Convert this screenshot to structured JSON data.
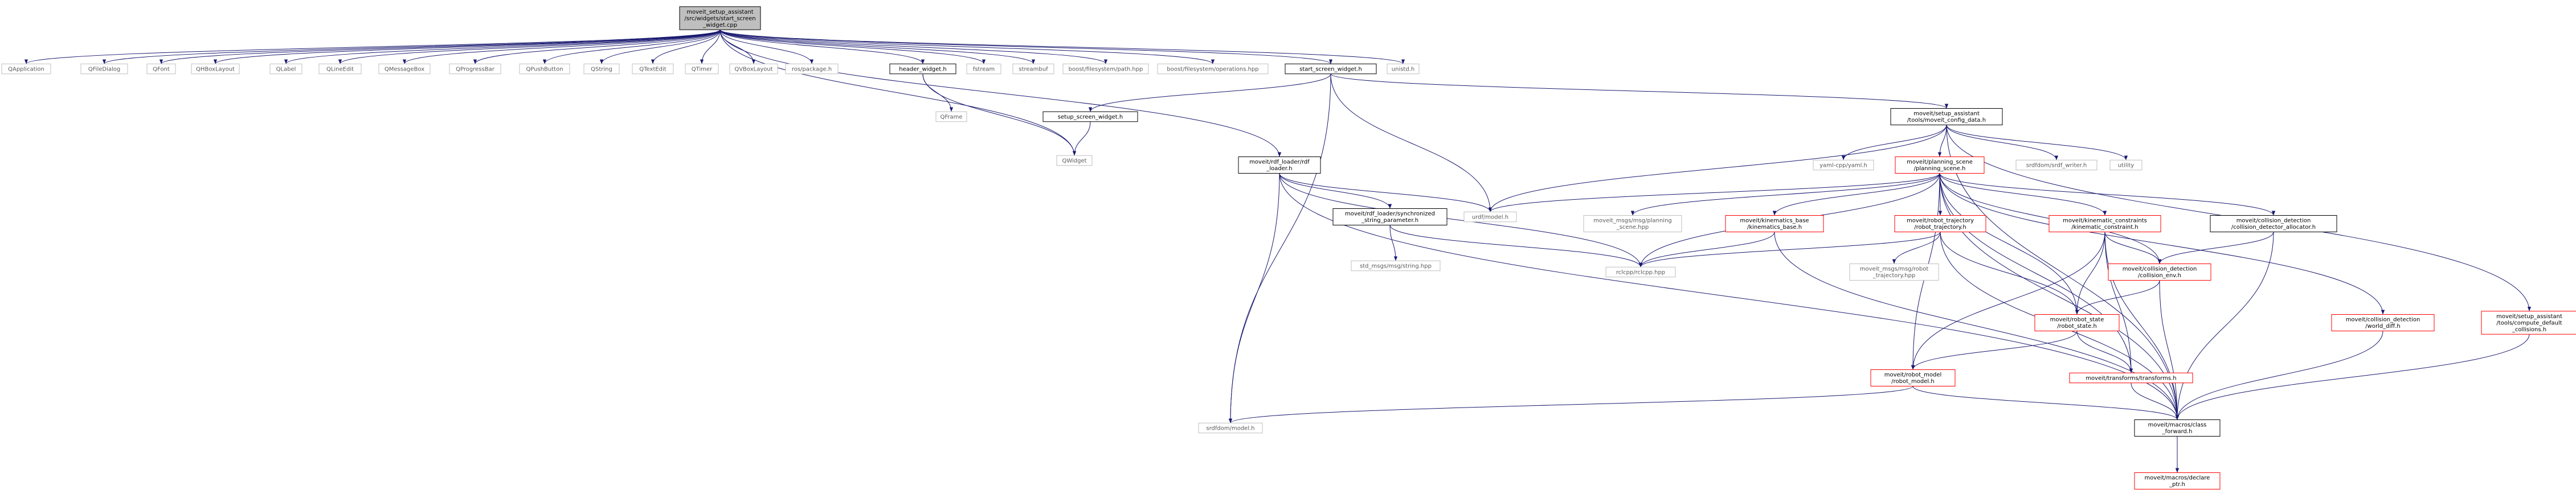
{
  "graph": {
    "colors": {
      "edge": "#191970",
      "root_fill": "#bfbfbf",
      "node_border": "#000000",
      "missing_border": "#bfbfbf",
      "missing_text": "#5a5a5a",
      "incomplete_border": "#ff0000",
      "text": "#000000"
    },
    "nodes": [
      {
        "id": "root",
        "lines": [
          "moveit_setup_assistant",
          "/src/widgets/start_screen",
          "_widget.cpp"
        ],
        "kind": "root"
      },
      {
        "id": "qapplication",
        "lines": [
          "QApplication"
        ],
        "kind": "missing"
      },
      {
        "id": "qfiledialog",
        "lines": [
          "QFileDialog"
        ],
        "kind": "missing"
      },
      {
        "id": "qfont",
        "lines": [
          "QFont"
        ],
        "kind": "missing"
      },
      {
        "id": "qhboxlayout",
        "lines": [
          "QHBoxLayout"
        ],
        "kind": "missing"
      },
      {
        "id": "qlabel",
        "lines": [
          "QLabel"
        ],
        "kind": "missing"
      },
      {
        "id": "qlineedit",
        "lines": [
          "QLineEdit"
        ],
        "kind": "missing"
      },
      {
        "id": "qmessagebox",
        "lines": [
          "QMessageBox"
        ],
        "kind": "missing"
      },
      {
        "id": "qprogressbar",
        "lines": [
          "QProgressBar"
        ],
        "kind": "missing"
      },
      {
        "id": "qpushbutton",
        "lines": [
          "QPushButton"
        ],
        "kind": "missing"
      },
      {
        "id": "qstring",
        "lines": [
          "QString"
        ],
        "kind": "missing"
      },
      {
        "id": "qtextedit",
        "lines": [
          "QTextEdit"
        ],
        "kind": "missing"
      },
      {
        "id": "qtimer",
        "lines": [
          "QTimer"
        ],
        "kind": "missing"
      },
      {
        "id": "qvboxlayout",
        "lines": [
          "QVBoxLayout"
        ],
        "kind": "missing"
      },
      {
        "id": "ros_package",
        "lines": [
          "ros/package.h"
        ],
        "kind": "missing"
      },
      {
        "id": "header_widget",
        "lines": [
          "header_widget.h"
        ],
        "kind": "normal"
      },
      {
        "id": "fstream",
        "lines": [
          "fstream"
        ],
        "kind": "missing"
      },
      {
        "id": "streambuf",
        "lines": [
          "streambuf"
        ],
        "kind": "missing"
      },
      {
        "id": "boost_path",
        "lines": [
          "boost/filesystem/path.hpp"
        ],
        "kind": "missing"
      },
      {
        "id": "boost_ops",
        "lines": [
          "boost/filesystem/operations.hpp"
        ],
        "kind": "missing"
      },
      {
        "id": "start_screen_widget",
        "lines": [
          "start_screen_widget.h"
        ],
        "kind": "normal"
      },
      {
        "id": "unistd",
        "lines": [
          "unistd.h"
        ],
        "kind": "missing"
      },
      {
        "id": "qframe",
        "lines": [
          "QFrame"
        ],
        "kind": "missing"
      },
      {
        "id": "setup_screen_widget",
        "lines": [
          "setup_screen_widget.h"
        ],
        "kind": "normal"
      },
      {
        "id": "qwidget",
        "lines": [
          "QWidget"
        ],
        "kind": "missing"
      },
      {
        "id": "moveit_config_data",
        "lines": [
          "moveit/setup_assistant",
          "/tools/moveit_config_data.h"
        ],
        "kind": "normal"
      },
      {
        "id": "rdf_loader",
        "lines": [
          "moveit/rdf_loader/rdf",
          "_loader.h"
        ],
        "kind": "normal"
      },
      {
        "id": "yaml_cpp",
        "lines": [
          "yaml-cpp/yaml.h"
        ],
        "kind": "missing"
      },
      {
        "id": "planning_scene",
        "lines": [
          "moveit/planning_scene",
          "/planning_scene.h"
        ],
        "kind": "incomplete"
      },
      {
        "id": "srdf_writer",
        "lines": [
          "srdfdom/srdf_writer.h"
        ],
        "kind": "missing"
      },
      {
        "id": "utility",
        "lines": [
          "utility"
        ],
        "kind": "missing"
      },
      {
        "id": "urdf_model",
        "lines": [
          "urdf/model.h"
        ],
        "kind": "missing"
      },
      {
        "id": "sync_string",
        "lines": [
          "moveit/rdf_loader/synchronized",
          "_string_parameter.h"
        ],
        "kind": "normal"
      },
      {
        "id": "moveit_msgs_ps",
        "lines": [
          "moveit_msgs/msg/planning",
          "_scene.hpp"
        ],
        "kind": "missing"
      },
      {
        "id": "kinematics_base",
        "lines": [
          "moveit/kinematics_base",
          "/kinematics_base.h"
        ],
        "kind": "incomplete"
      },
      {
        "id": "robot_trajectory",
        "lines": [
          "moveit/robot_trajectory",
          "/robot_trajectory.h"
        ],
        "kind": "incomplete"
      },
      {
        "id": "kinematic_constraint",
        "lines": [
          "moveit/kinematic_constraints",
          "/kinematic_constraint.h"
        ],
        "kind": "incomplete"
      },
      {
        "id": "collision_allocator",
        "lines": [
          "moveit/collision_detection",
          "/collision_detector_allocator.h"
        ],
        "kind": "normal"
      },
      {
        "id": "std_msgs_string",
        "lines": [
          "std_msgs/msg/string.hpp"
        ],
        "kind": "missing"
      },
      {
        "id": "rclcpp",
        "lines": [
          "rclcpp/rclcpp.hpp"
        ],
        "kind": "missing"
      },
      {
        "id": "moveit_msgs_rt",
        "lines": [
          "moveit_msgs/msg/robot",
          "_trajectory.hpp"
        ],
        "kind": "missing"
      },
      {
        "id": "collision_env",
        "lines": [
          "moveit/collision_detection",
          "/collision_env.h"
        ],
        "kind": "incomplete"
      },
      {
        "id": "world_diff",
        "lines": [
          "moveit/collision_detection",
          "/world_diff.h"
        ],
        "kind": "incomplete"
      },
      {
        "id": "compute_default",
        "lines": [
          "moveit/setup_assistant",
          "/tools/compute_default",
          "_collisions.h"
        ],
        "kind": "incomplete"
      },
      {
        "id": "robot_state",
        "lines": [
          "moveit/robot_state",
          "/robot_state.h"
        ],
        "kind": "incomplete"
      },
      {
        "id": "robot_model",
        "lines": [
          "moveit/robot_model",
          "/robot_model.h"
        ],
        "kind": "incomplete"
      },
      {
        "id": "transforms",
        "lines": [
          "moveit/transforms/transforms.h"
        ],
        "kind": "incomplete"
      },
      {
        "id": "srdfdom_model",
        "lines": [
          "srdfdom/model.h"
        ],
        "kind": "missing"
      },
      {
        "id": "class_forward",
        "lines": [
          "moveit/macros/class",
          "_forward.h"
        ],
        "kind": "normal"
      },
      {
        "id": "declare_ptr",
        "lines": [
          "moveit/macros/declare",
          "_ptr.h"
        ],
        "kind": "incomplete"
      }
    ],
    "edges": [
      [
        "root",
        "qapplication"
      ],
      [
        "root",
        "qfiledialog"
      ],
      [
        "root",
        "qfont"
      ],
      [
        "root",
        "qhboxlayout"
      ],
      [
        "root",
        "qlabel"
      ],
      [
        "root",
        "qlineedit"
      ],
      [
        "root",
        "qmessagebox"
      ],
      [
        "root",
        "qprogressbar"
      ],
      [
        "root",
        "qpushbutton"
      ],
      [
        "root",
        "qstring"
      ],
      [
        "root",
        "qtextedit"
      ],
      [
        "root",
        "qtimer"
      ],
      [
        "root",
        "qvboxlayout"
      ],
      [
        "root",
        "ros_package"
      ],
      [
        "root",
        "header_widget"
      ],
      [
        "root",
        "fstream"
      ],
      [
        "root",
        "streambuf"
      ],
      [
        "root",
        "boost_path"
      ],
      [
        "root",
        "boost_ops"
      ],
      [
        "root",
        "start_screen_widget"
      ],
      [
        "root",
        "unistd"
      ],
      [
        "root",
        "rdf_loader"
      ],
      [
        "root",
        "qwidget"
      ],
      [
        "header_widget",
        "qframe"
      ],
      [
        "header_widget",
        "qwidget"
      ],
      [
        "start_screen_widget",
        "setup_screen_widget"
      ],
      [
        "start_screen_widget",
        "moveit_config_data"
      ],
      [
        "start_screen_widget",
        "urdf_model"
      ],
      [
        "start_screen_widget",
        "srdfdom_model"
      ],
      [
        "setup_screen_widget",
        "qwidget"
      ],
      [
        "moveit_config_data",
        "yaml_cpp"
      ],
      [
        "moveit_config_data",
        "planning_scene"
      ],
      [
        "moveit_config_data",
        "srdf_writer"
      ],
      [
        "moveit_config_data",
        "utility"
      ],
      [
        "moveit_config_data",
        "urdf_model"
      ],
      [
        "moveit_config_data",
        "compute_default"
      ],
      [
        "moveit_config_data",
        "class_forward"
      ],
      [
        "rdf_loader",
        "sync_string"
      ],
      [
        "rdf_loader",
        "urdf_model"
      ],
      [
        "rdf_loader",
        "rclcpp"
      ],
      [
        "rdf_loader",
        "srdfdom_model"
      ],
      [
        "rdf_loader",
        "class_forward"
      ],
      [
        "sync_string",
        "std_msgs_string"
      ],
      [
        "sync_string",
        "rclcpp"
      ],
      [
        "planning_scene",
        "moveit_msgs_ps"
      ],
      [
        "planning_scene",
        "kinematics_base"
      ],
      [
        "planning_scene",
        "robot_trajectory"
      ],
      [
        "planning_scene",
        "kinematic_constraint"
      ],
      [
        "planning_scene",
        "collision_allocator"
      ],
      [
        "planning_scene",
        "rclcpp"
      ],
      [
        "planning_scene",
        "collision_env"
      ],
      [
        "planning_scene",
        "world_diff"
      ],
      [
        "planning_scene",
        "robot_state"
      ],
      [
        "planning_scene",
        "robot_model"
      ],
      [
        "planning_scene",
        "transforms"
      ],
      [
        "planning_scene",
        "class_forward"
      ],
      [
        "planning_scene",
        "urdf_model"
      ],
      [
        "kinematics_base",
        "rclcpp"
      ],
      [
        "kinematics_base",
        "class_forward"
      ],
      [
        "robot_trajectory",
        "moveit_msgs_rt"
      ],
      [
        "robot_trajectory",
        "robot_state"
      ],
      [
        "robot_trajectory",
        "rclcpp"
      ],
      [
        "robot_trajectory",
        "class_forward"
      ],
      [
        "kinematic_constraint",
        "collision_env"
      ],
      [
        "kinematic_constraint",
        "robot_state"
      ],
      [
        "kinematic_constraint",
        "robot_model"
      ],
      [
        "kinematic_constraint",
        "transforms"
      ],
      [
        "kinematic_constraint",
        "class_forward"
      ],
      [
        "collision_allocator",
        "collision_env"
      ],
      [
        "collision_allocator",
        "class_forward"
      ],
      [
        "collision_env",
        "robot_state"
      ],
      [
        "collision_env",
        "class_forward"
      ],
      [
        "world_diff",
        "class_forward"
      ],
      [
        "compute_default",
        "class_forward"
      ],
      [
        "robot_state",
        "robot_model"
      ],
      [
        "robot_state",
        "transforms"
      ],
      [
        "robot_model",
        "srdfdom_model"
      ],
      [
        "robot_model",
        "class_forward"
      ],
      [
        "transforms",
        "class_forward"
      ],
      [
        "class_forward",
        "declare_ptr"
      ]
    ]
  }
}
